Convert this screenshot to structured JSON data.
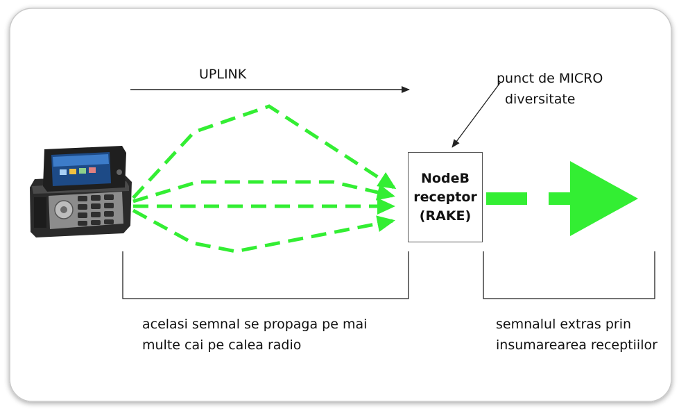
{
  "diagram": {
    "uplink_label": "UPLINK",
    "micro_label_lines": [
      "punct de MICRO",
      "diversitate"
    ],
    "nodeb_lines": [
      "NodeB",
      "receptor",
      "(RAKE)"
    ],
    "left_caption_lines": [
      "acelasi semnal se propaga pe mai",
      "multe cai pe calea radio"
    ],
    "right_caption_lines": [
      "semnalul extras prin",
      "insumarearea receptiilor"
    ]
  },
  "colors": {
    "accent_green": "#33ee33",
    "line": "#222222",
    "frame_border": "#c8c8c8"
  }
}
